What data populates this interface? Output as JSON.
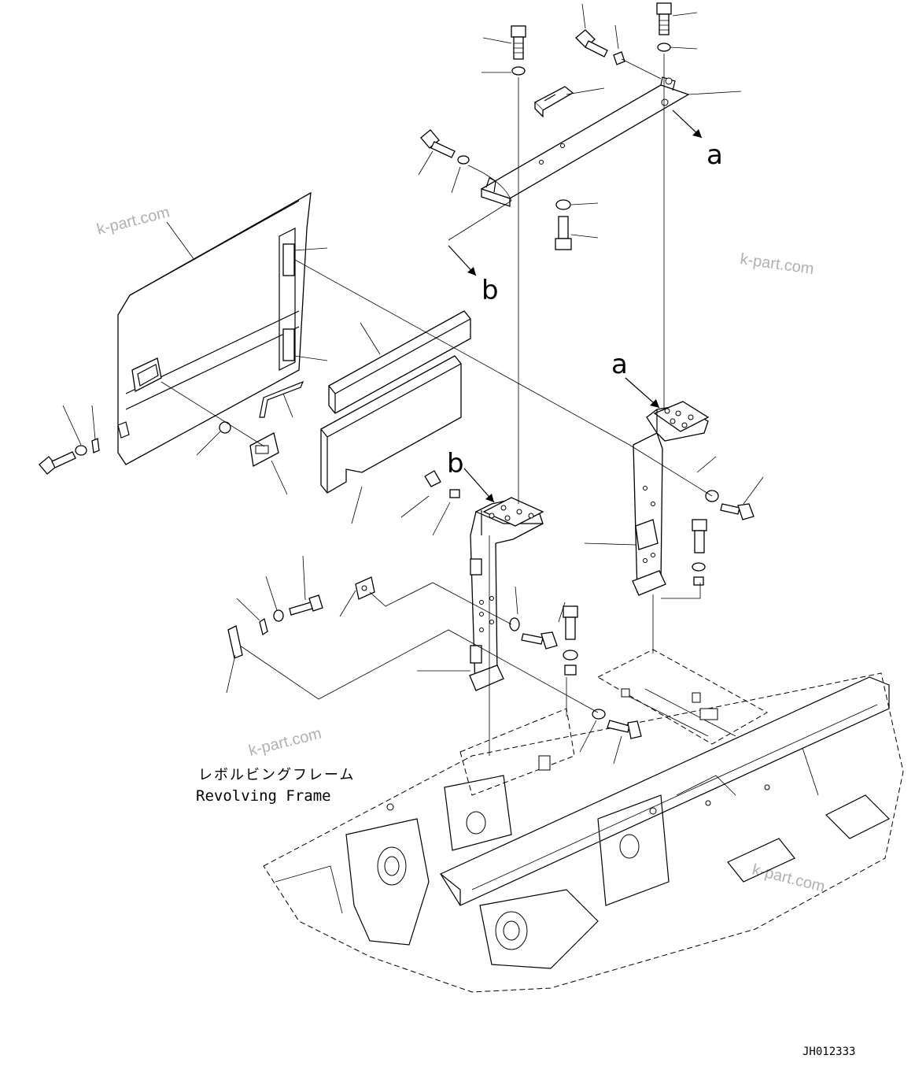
{
  "labels": {
    "frame_jp": "レボルビングフレーム",
    "frame_en": "Revolving Frame",
    "drawing_code": "JH012333",
    "ref_a_top": "a",
    "ref_a_post": "a",
    "ref_b_top": "b",
    "ref_b_post": "b"
  },
  "watermarks": [
    "k-part.com",
    "k-part.com",
    "k-part.com",
    "k-part.com"
  ]
}
